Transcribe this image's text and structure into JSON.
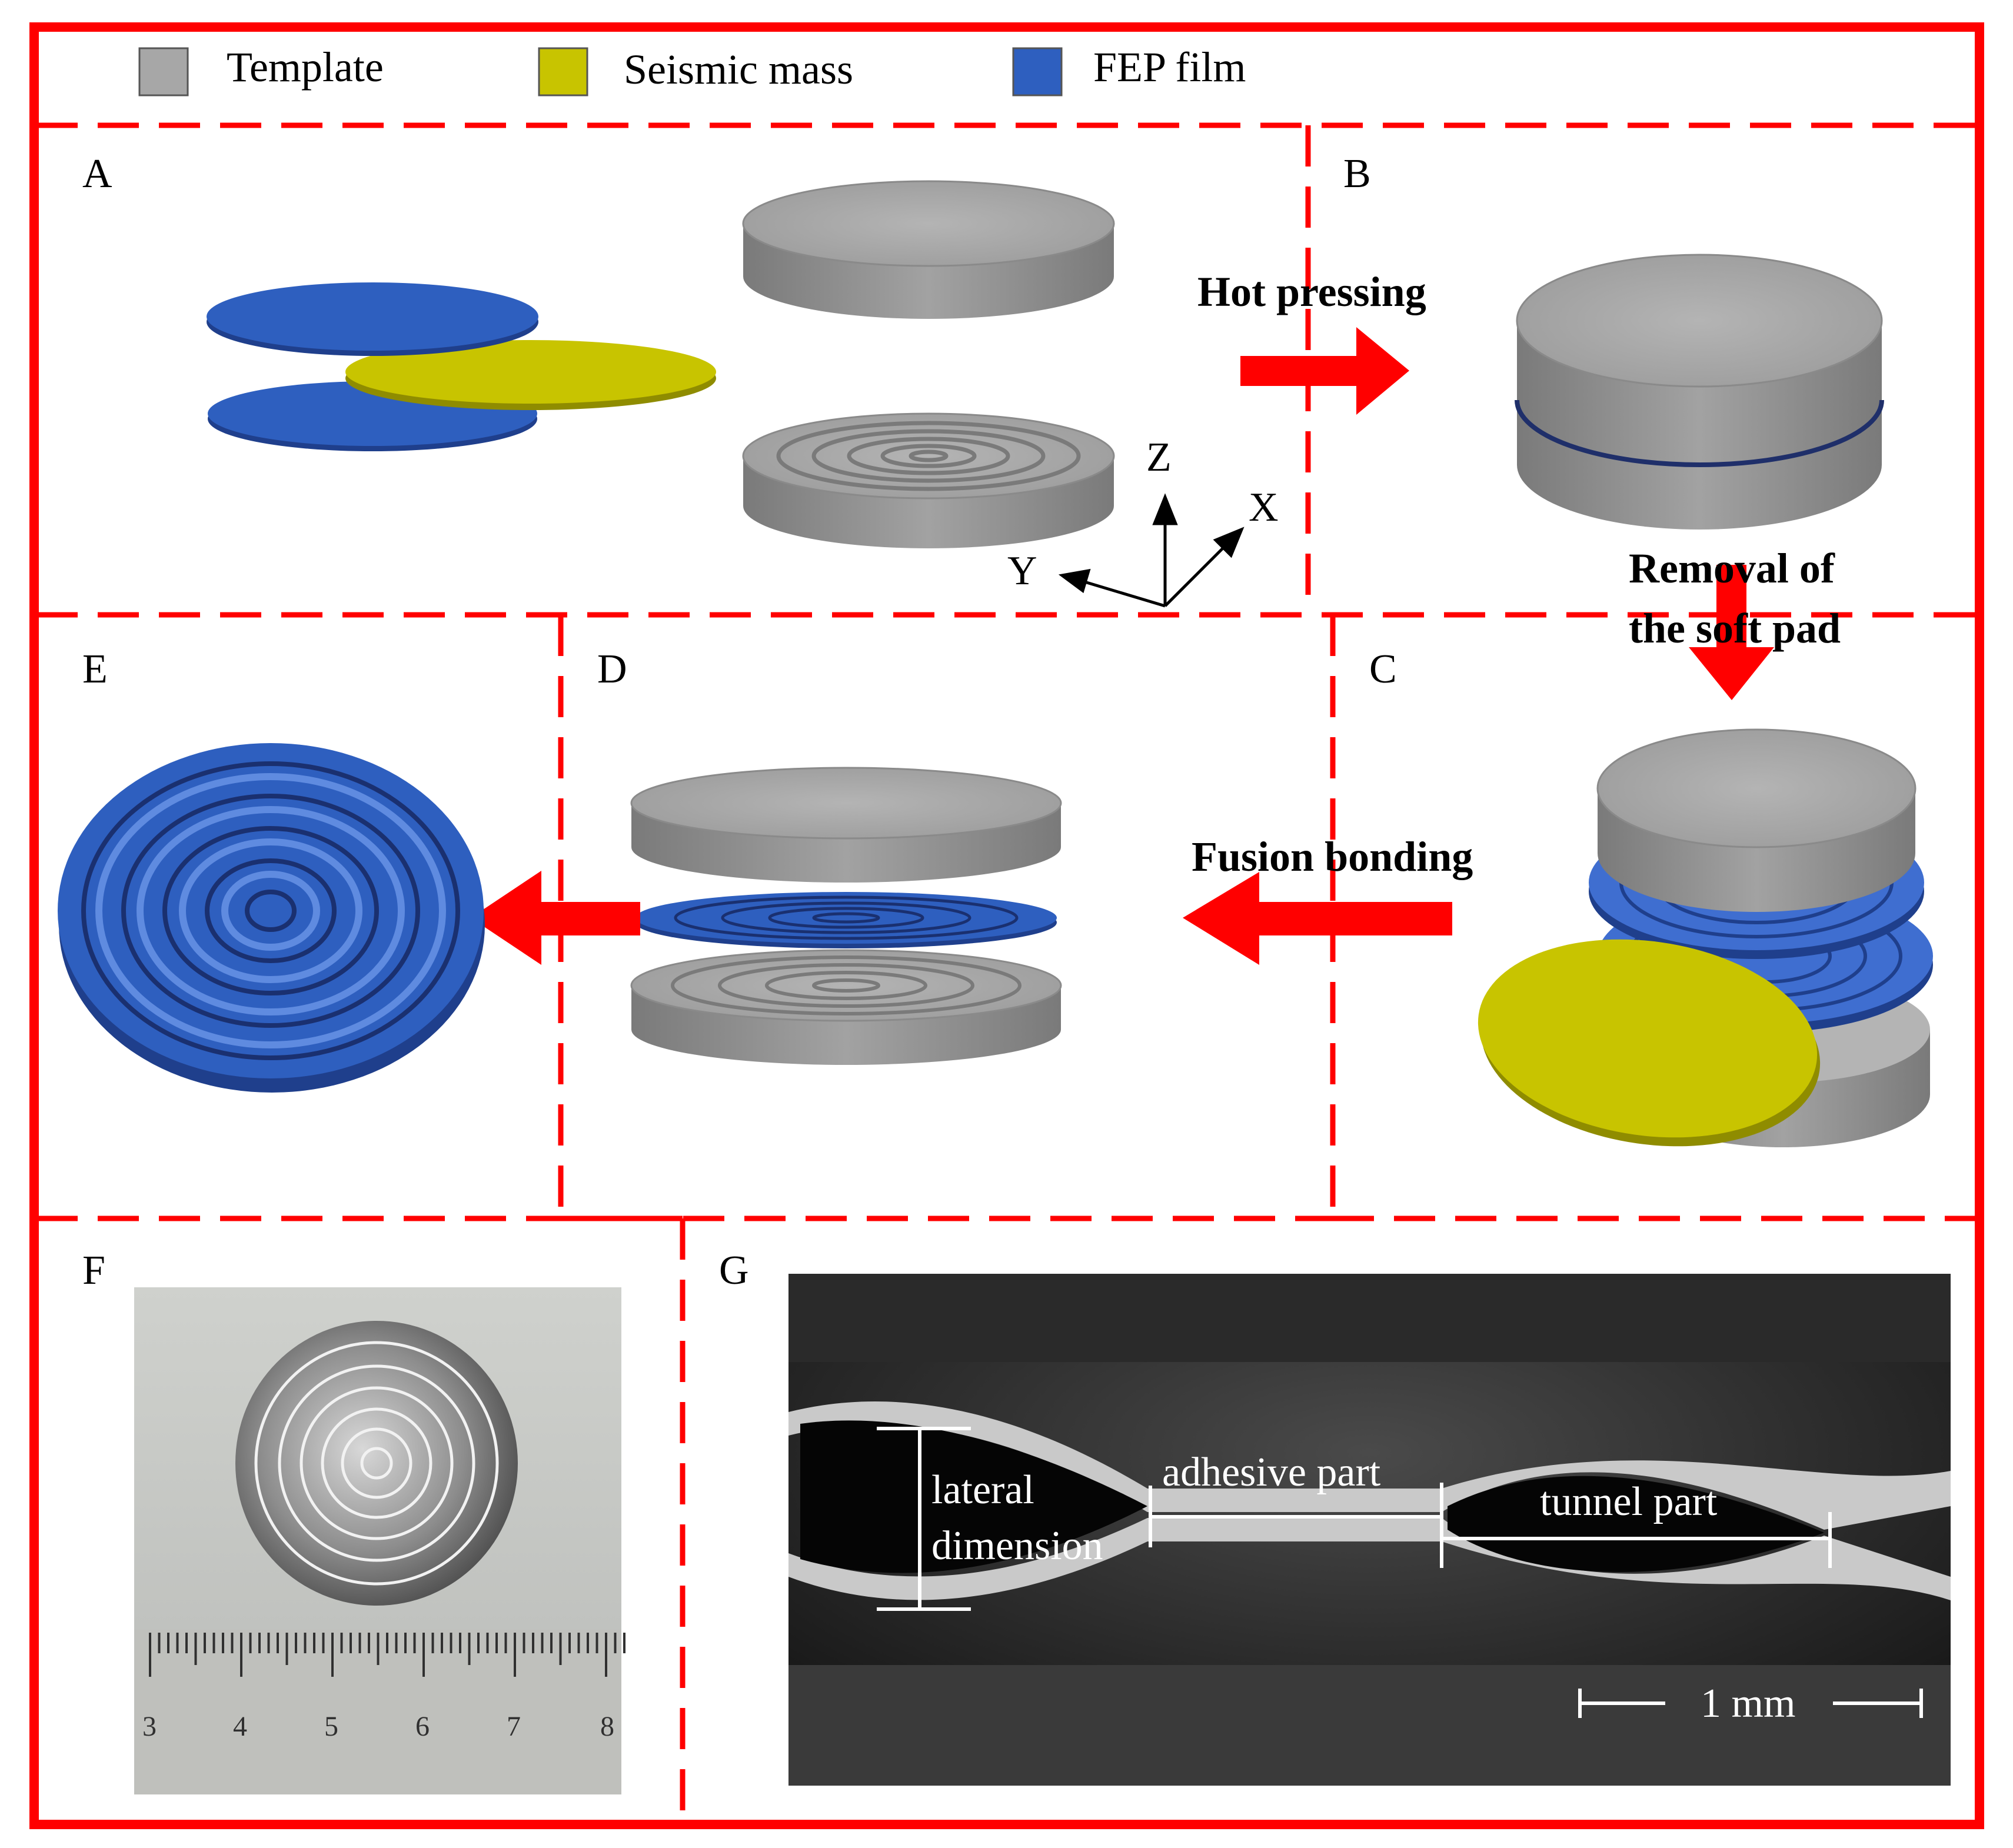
{
  "legend": [
    {
      "label": "Template",
      "color": "#a7a7a7"
    },
    {
      "label": "Seismic mass",
      "color": "#c8c400"
    },
    {
      "label": "FEP film",
      "color": "#2e5fbf"
    }
  ],
  "panels": {
    "A": "A",
    "B": "B",
    "C": "C",
    "D": "D",
    "E": "E",
    "F": "F",
    "G": "G"
  },
  "axes": {
    "x": "X",
    "y": "Y",
    "z": "Z"
  },
  "steps": {
    "hot_pressing": "Hot pressing",
    "removal_line1": "Removal of",
    "removal_line2": "the soft pad",
    "fusion_bonding": "Fusion bonding"
  },
  "ruler": {
    "ticks": [
      "3",
      "4",
      "5",
      "6",
      "7",
      "8"
    ]
  },
  "sem": {
    "lateral_line1": "lateral",
    "lateral_line2": "dimension",
    "adhesive": "adhesive part",
    "tunnel": "tunnel part",
    "scale": "1 mm"
  },
  "colors": {
    "frame": "#ff0000",
    "template": "#a7a7a7",
    "template_side": "#8a8a8a",
    "seismic": "#c8c400",
    "fep": "#2e5fbf",
    "fep_dark": "#1f3f8c",
    "arrow": "#ff0000"
  }
}
